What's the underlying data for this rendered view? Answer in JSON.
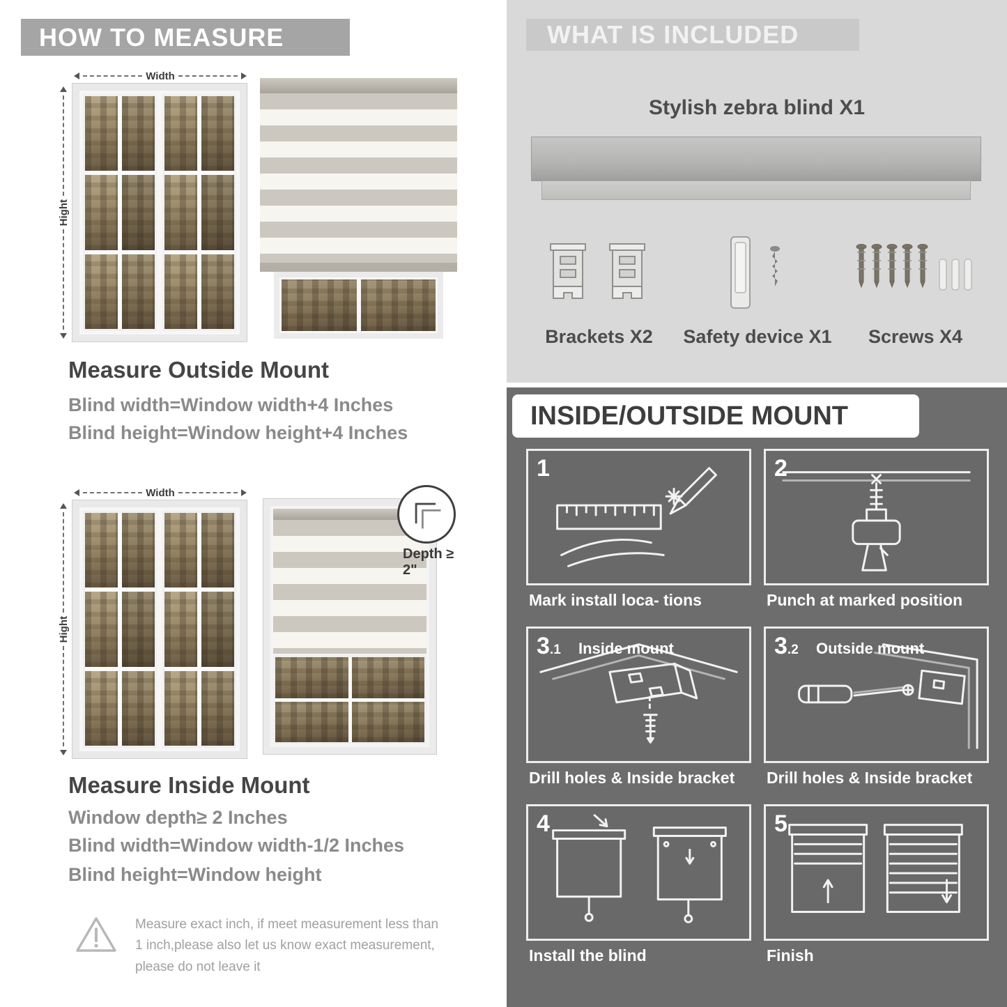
{
  "colors": {
    "left_header_bg": "#a5a5a5",
    "included_bg": "#d9d9d9",
    "included_header_bg": "#c9c9c9",
    "mount_bg": "#6d6d6d",
    "title_text": "#454545",
    "body_text": "#8a8a8a"
  },
  "how_to_measure": {
    "header": "HOW TO MEASURE",
    "width_label": "Width",
    "height_label": "Hight",
    "outside": {
      "title": "Measure Outside Mount",
      "lines": [
        "Blind width=Window width+4 Inches",
        "Blind height=Window height+4 Inches"
      ]
    },
    "inside": {
      "depth_callout": "Depth ≥ 2\"",
      "title": "Measure Inside Mount",
      "lines": [
        "Window depth≥ 2 Inches",
        "Blind width=Window width-1/2 Inches",
        "Blind height=Window height"
      ]
    },
    "note": "Measure exact inch, if meet measurement less than 1 inch,please also let us know exact measurement, please do not leave it"
  },
  "included": {
    "header": "WHAT IS INCLUDED",
    "product": "Stylish zebra blind X1",
    "items": [
      {
        "label": "Brackets X2"
      },
      {
        "label": "Safety device X1"
      },
      {
        "label": "Screws X4"
      }
    ]
  },
  "mount_steps": {
    "header": "INSIDE/OUTSIDE MOUNT",
    "steps": [
      {
        "num": "1",
        "sub": "",
        "inner_label": "",
        "caption": "Mark install loca- tions"
      },
      {
        "num": "2",
        "sub": "",
        "inner_label": "",
        "caption": "Punch at  marked position"
      },
      {
        "num": "3",
        "sub": ".1",
        "inner_label": "Inside mount",
        "caption": "Drill holes &  Inside bracket"
      },
      {
        "num": "3",
        "sub": ".2",
        "inner_label": "Outside mount",
        "caption": "Drill holes &  Inside bracket"
      },
      {
        "num": "4",
        "sub": "",
        "inner_label": "",
        "caption": "Install the blind"
      },
      {
        "num": "5",
        "sub": "",
        "inner_label": "",
        "caption": "Finish"
      }
    ]
  }
}
